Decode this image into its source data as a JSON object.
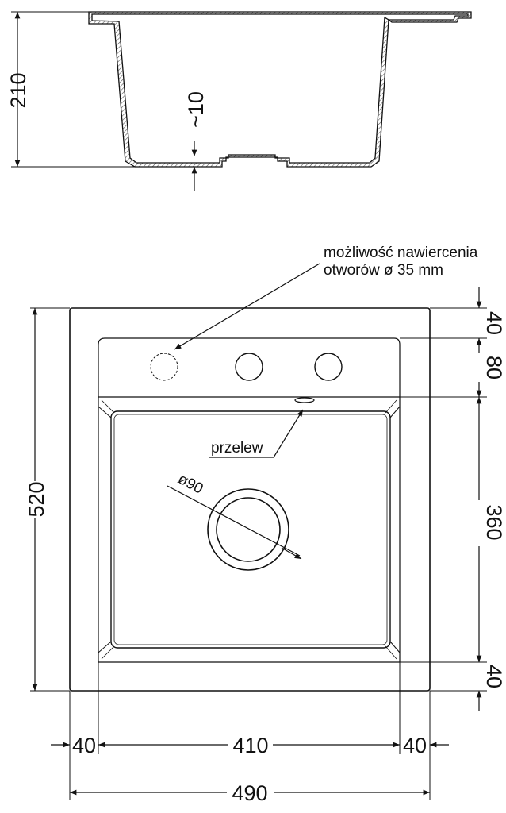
{
  "annotations": {
    "drilling_line1": "możliwość nawiercenia",
    "drilling_line2": "otworów ø 35 mm",
    "overflow": "przelew",
    "drain_diameter": "ø90"
  },
  "section_view": {
    "height": "210",
    "bottom_thickness": "~10"
  },
  "plan_view": {
    "height": "520",
    "right_dims": [
      "40",
      "80",
      "360",
      "40"
    ],
    "bottom_dims": [
      "40",
      "410",
      "40"
    ],
    "total_width": "490"
  },
  "colors": {
    "line": "#111111",
    "background": "#ffffff",
    "hatch": "#555555"
  }
}
